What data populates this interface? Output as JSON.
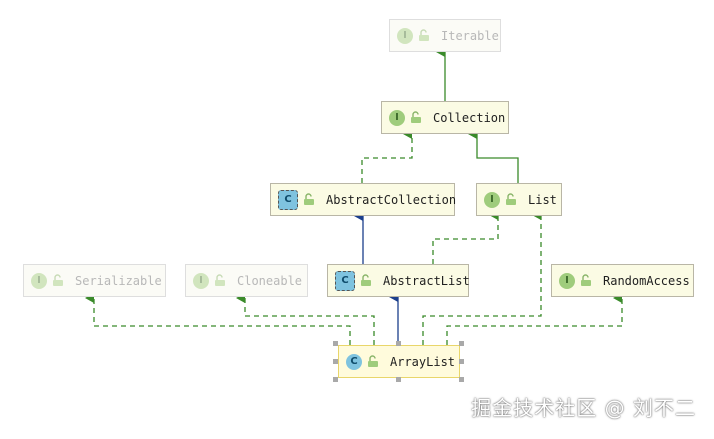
{
  "diagram": {
    "nodes": [
      {
        "id": "iterable",
        "kind": "interface",
        "label": "Iterable",
        "faded": true
      },
      {
        "id": "collection",
        "kind": "interface",
        "label": "Collection",
        "faded": false
      },
      {
        "id": "abstractcollection",
        "kind": "abstract",
        "label": "AbstractCollection",
        "faded": false
      },
      {
        "id": "list",
        "kind": "interface",
        "label": "List",
        "faded": false
      },
      {
        "id": "serializable",
        "kind": "interface",
        "label": "Serializable",
        "faded": true
      },
      {
        "id": "cloneable",
        "kind": "interface",
        "label": "Cloneable",
        "faded": true
      },
      {
        "id": "abstractlist",
        "kind": "abstract",
        "label": "AbstractList",
        "faded": false
      },
      {
        "id": "randomaccess",
        "kind": "interface",
        "label": "RandomAccess",
        "faded": false
      },
      {
        "id": "arraylist",
        "kind": "class",
        "label": "ArrayList",
        "faded": false,
        "selected": true
      }
    ],
    "badges": {
      "interface": "I",
      "class": "C",
      "abstract": "C"
    },
    "edge_kinds": {
      "implements": "dashed-green",
      "extends": "solid-blue",
      "interface-extends": "solid-green"
    },
    "colors": {
      "implements": "#3a8a2a",
      "extends": "#1b3f8c",
      "node_fill": "#fbfbe4"
    }
  },
  "watermark": "掘金技术社区 @ 刘不二"
}
